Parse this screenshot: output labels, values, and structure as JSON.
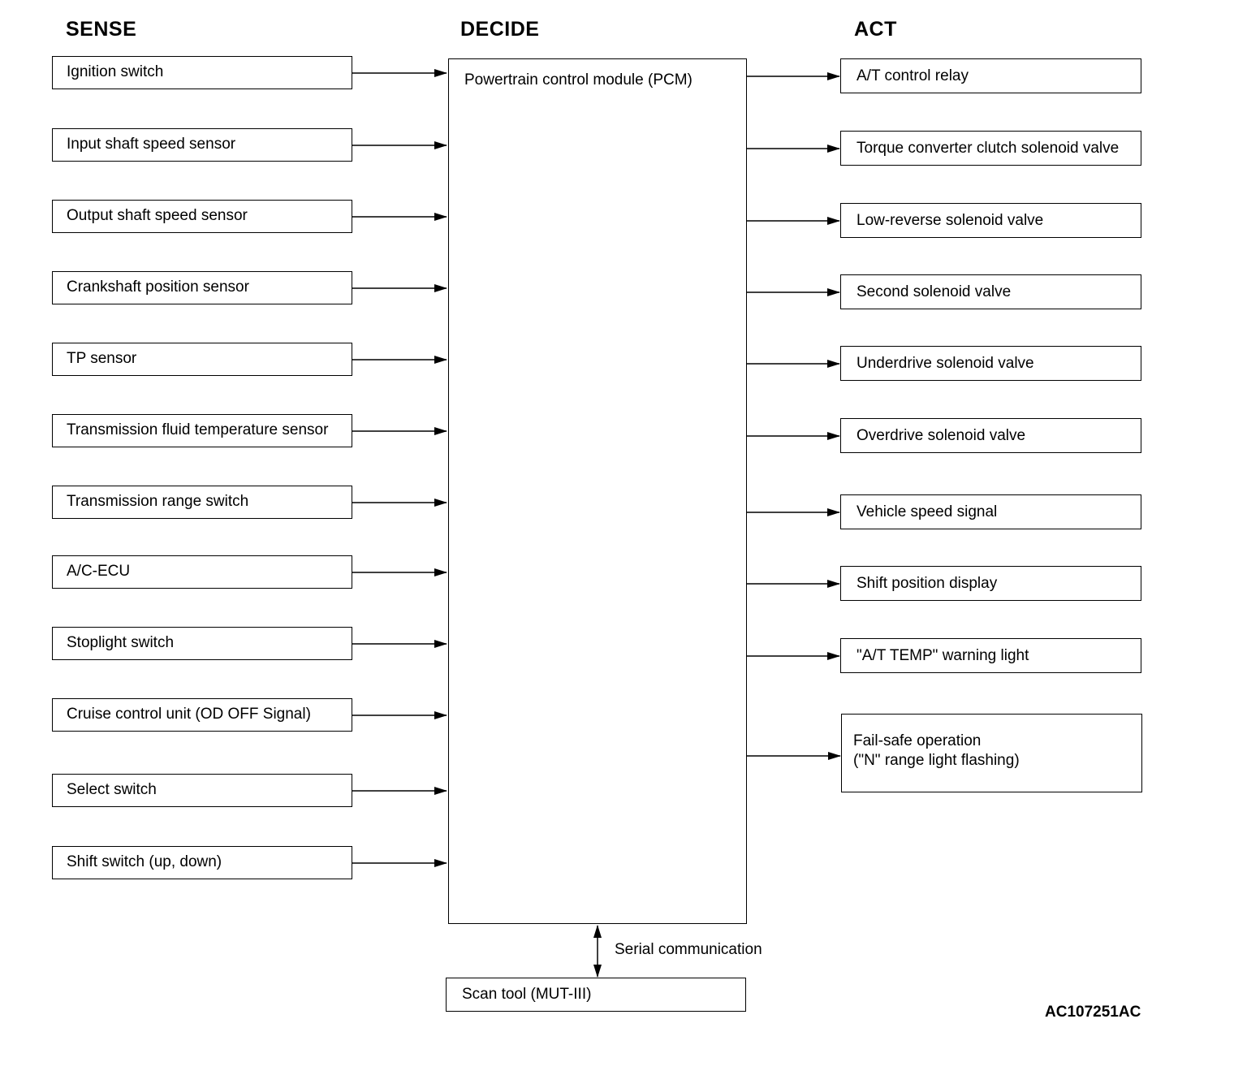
{
  "headings": {
    "sense": "SENSE",
    "decide": "DECIDE",
    "act": "ACT"
  },
  "inputs": [
    "Ignition switch",
    "Input shaft speed sensor",
    "Output shaft speed sensor",
    "Crankshaft position sensor",
    "TP sensor",
    "Transmission fluid temperature sensor",
    "Transmission range switch",
    "A/C-ECU",
    "Stoplight switch",
    "Cruise control unit (OD OFF Signal)",
    "Select switch",
    "Shift switch (up, down)"
  ],
  "controller": {
    "label": "Powertrain control module (PCM)"
  },
  "outputs": [
    "A/T control relay",
    "Torque converter clutch solenoid valve",
    "Low-reverse solenoid valve",
    "Second solenoid valve",
    "Underdrive solenoid valve",
    "Overdrive solenoid valve",
    "Vehicle speed signal",
    "Shift position display",
    "\"A/T TEMP\" warning light"
  ],
  "failsafe": {
    "line1": "Fail-safe operation",
    "line2": "(\"N\" range light flashing)"
  },
  "serial_label": "Serial communication",
  "scan_tool": "Scan tool (MUT-III)",
  "figure_code": "AC107251AC"
}
